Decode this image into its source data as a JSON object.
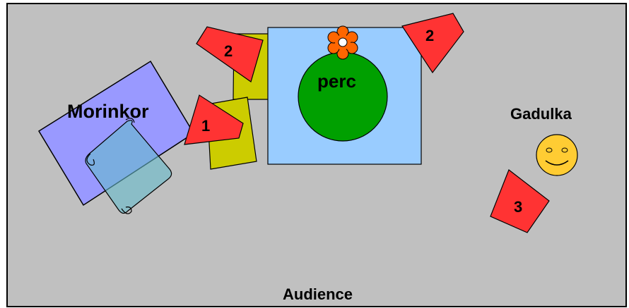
{
  "diagram": {
    "labels": {
      "morinkor": "Morinkor",
      "perc": "perc",
      "gadulka": "Gadulka",
      "audience": "Audience"
    },
    "markers": {
      "top_left": "2",
      "middle": "1",
      "top_right": "2",
      "right": "3"
    },
    "icons": {
      "scroll": "scroll-icon",
      "flower": "flower-icon",
      "smiley": "smiley-icon"
    },
    "colors": {
      "stage": "#c0c0c0",
      "morinkor_rug": "#9999ff",
      "perc_rug": "#99ccff",
      "drum": "#00a000",
      "flower": "#ff6600",
      "chairs": "#cccc00",
      "markers": "#ff3333",
      "scroll": "#66bbdd",
      "smiley": "#ffcc33"
    }
  }
}
